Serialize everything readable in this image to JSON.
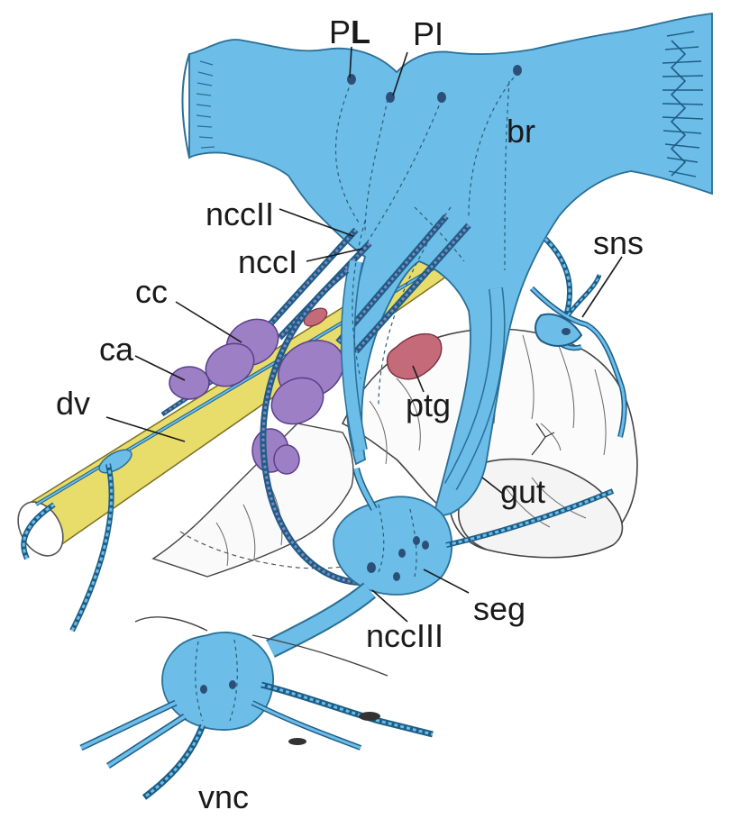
{
  "colors": {
    "nerve_tissue": "#6cbde8",
    "nerve_outline": "#2a6f96",
    "dorsal_vessel": "#e8dc6a",
    "corpora": "#9c7fc4",
    "prothoracic_gland": "#c46a78",
    "gut_outline": "#444444",
    "label_text": "#1a1a1a"
  },
  "labels": {
    "PL_prefix": "P",
    "PL_suffix": "L",
    "PI": "PI",
    "br": "br",
    "nccII": "nccII",
    "nccI": "nccI",
    "sns": "sns",
    "cc": "cc",
    "ca": "ca",
    "dv": "dv",
    "ptg": "ptg",
    "gut": "gut",
    "seg": "seg",
    "nccIII": "nccIII",
    "vnc": "vnc"
  }
}
